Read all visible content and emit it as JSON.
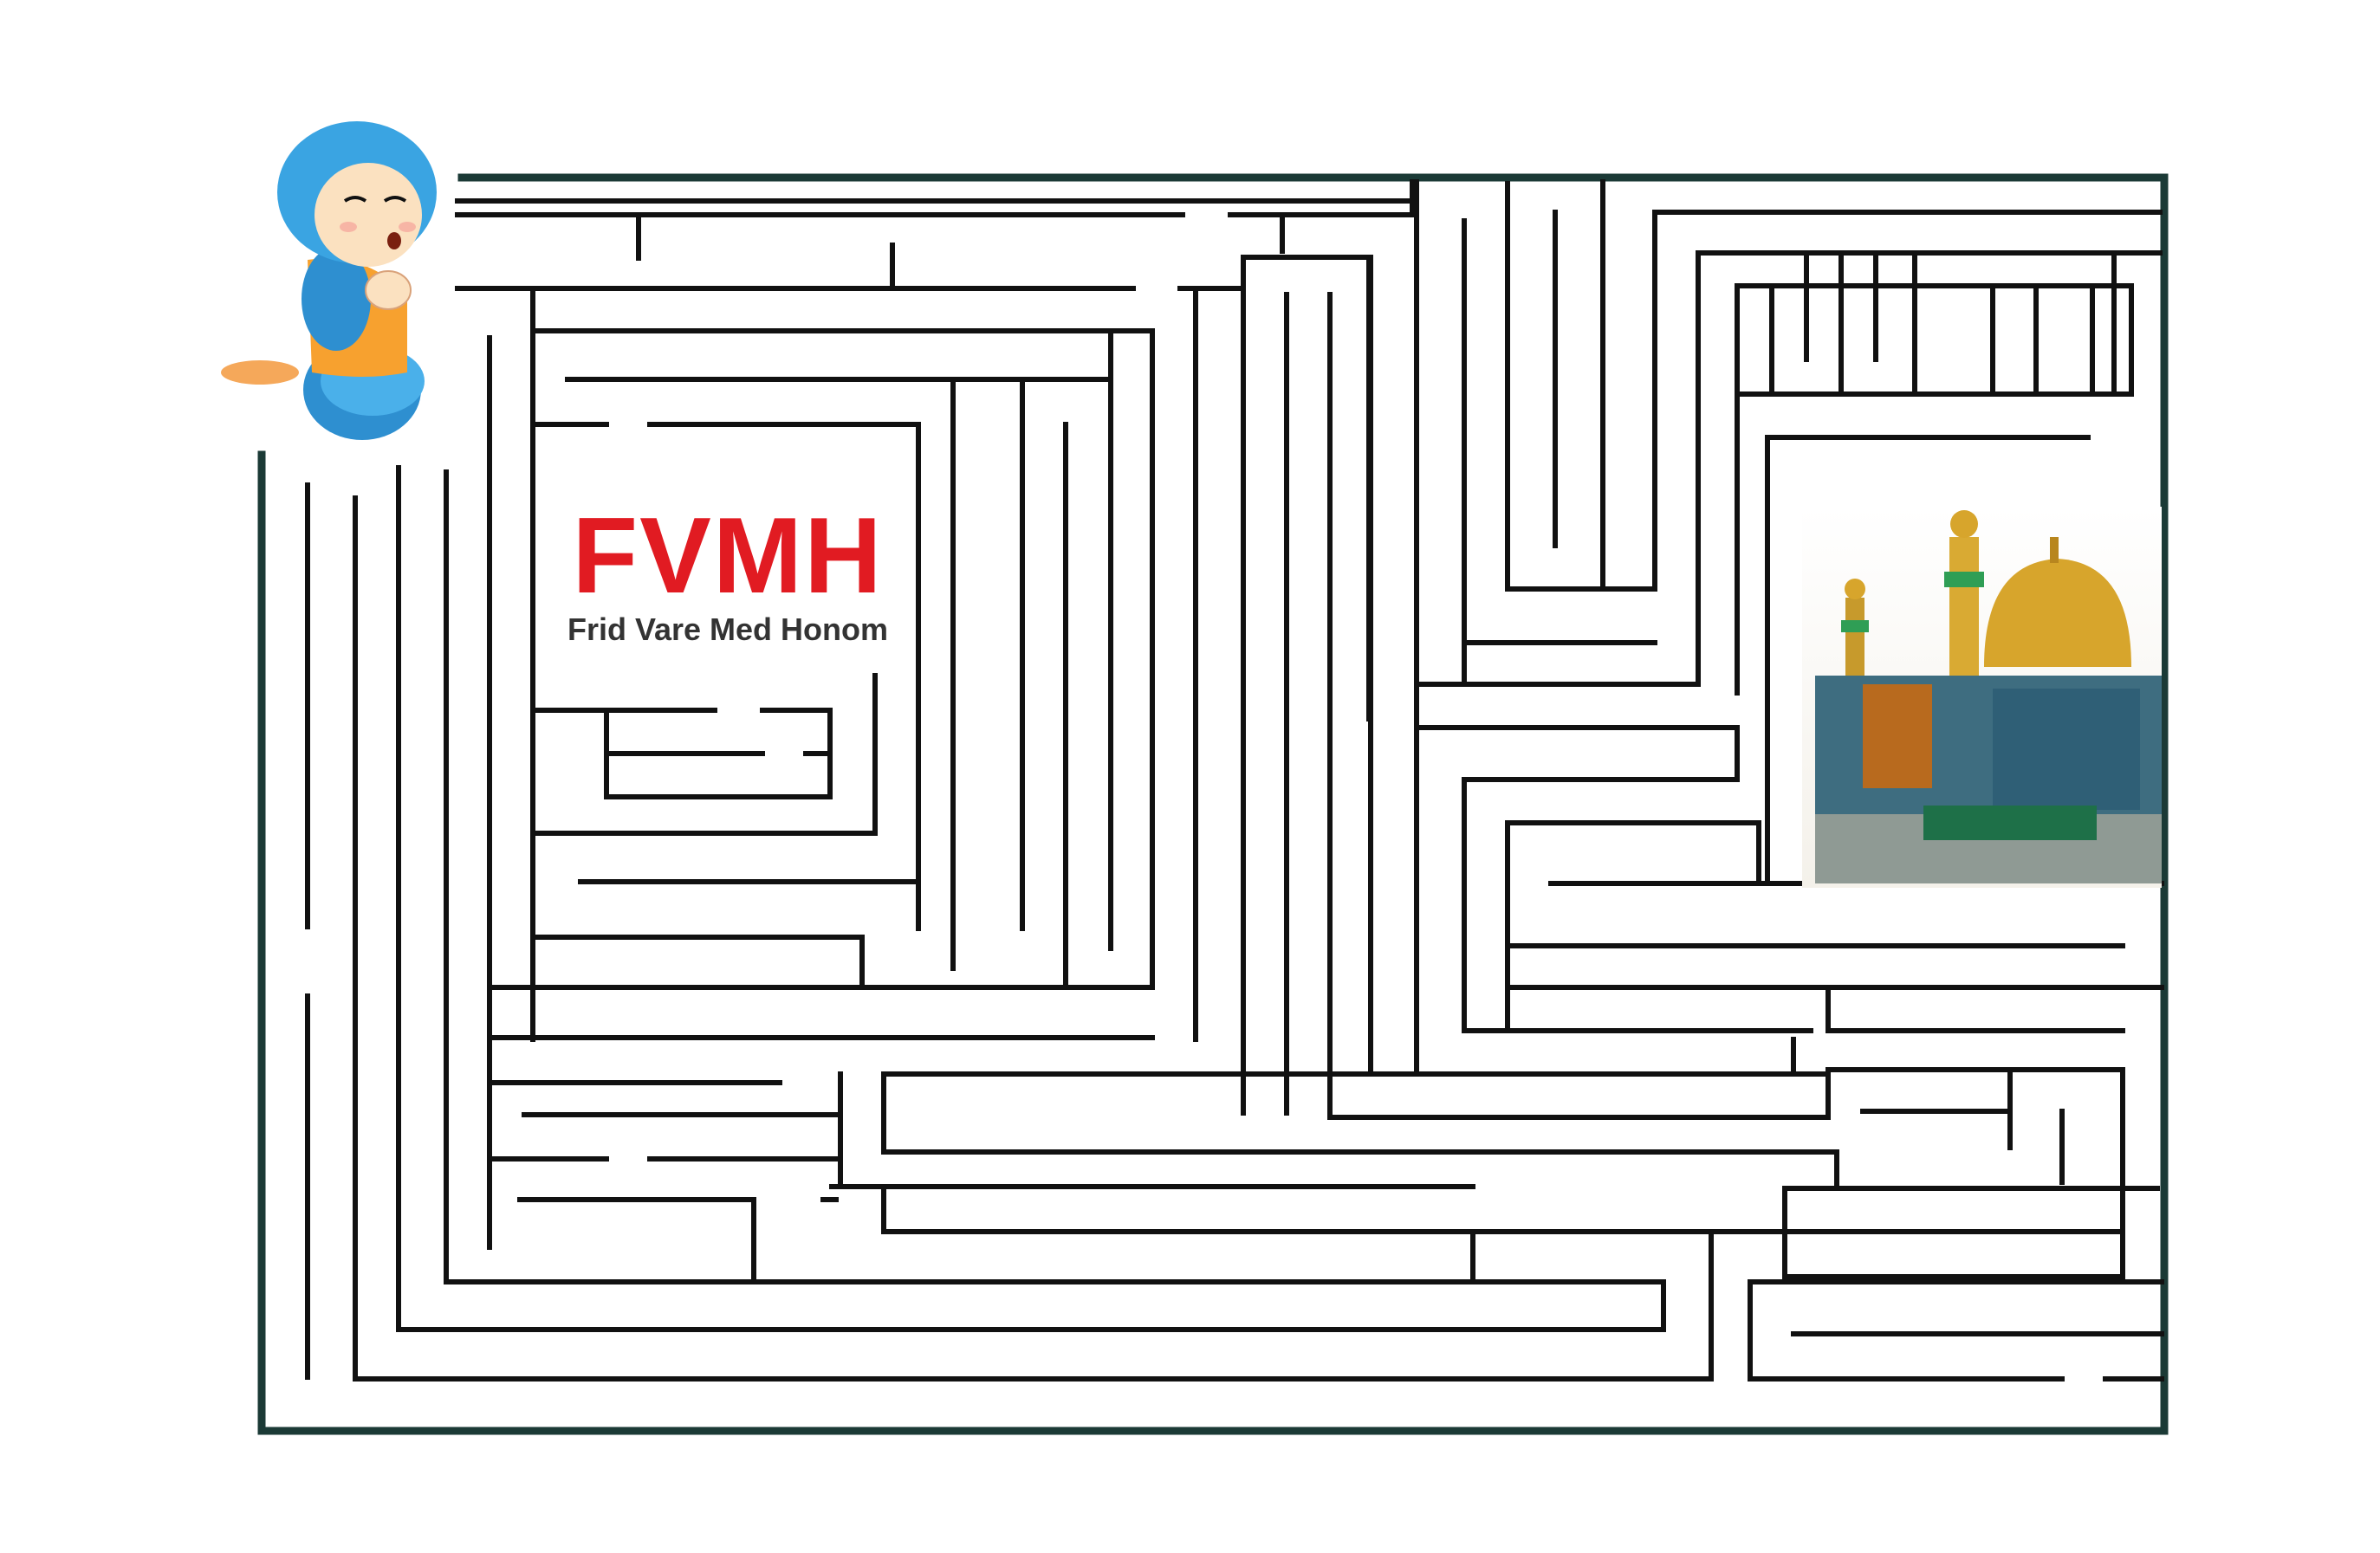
{
  "logo": {
    "title": "FVMH",
    "subtitle": "Frid Vare Med Honom"
  },
  "maze": {
    "start": "girl-character",
    "goal": "shrine-building"
  },
  "colors": {
    "logo_red": "#e11b22",
    "maze_line": "#111111",
    "border": "#1b3a36"
  }
}
